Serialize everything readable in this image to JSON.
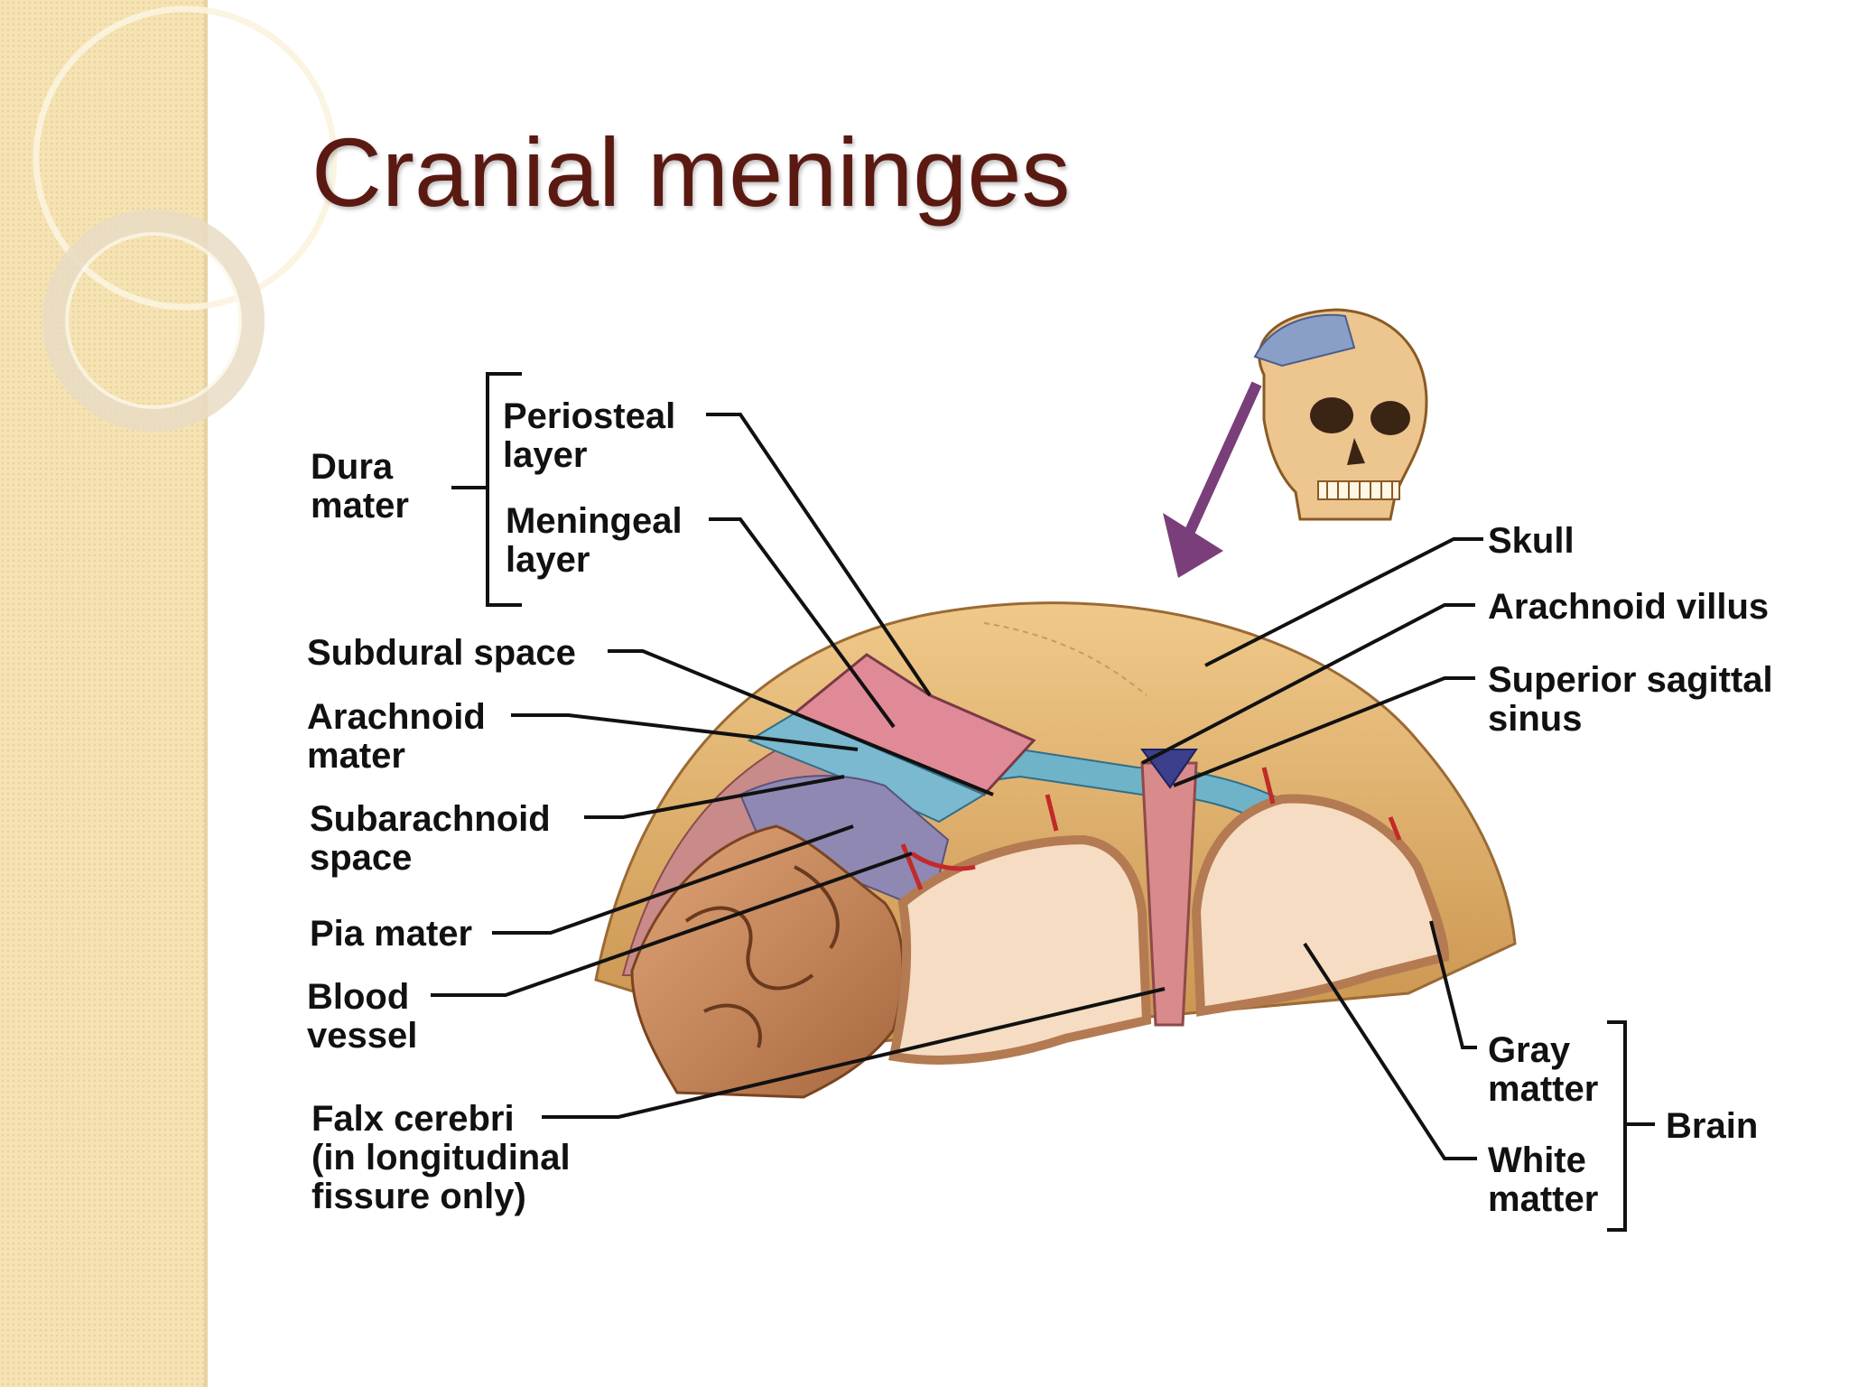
{
  "slide": {
    "title": "Cranial meninges"
  },
  "labels": {
    "dura_mater": [
      "Dura",
      "mater"
    ],
    "periosteal_layer": [
      "Periosteal",
      "layer"
    ],
    "meningeal_layer": [
      "Meningeal",
      "layer"
    ],
    "subdural_space": [
      "Subdural space"
    ],
    "arachnoid_mater": [
      "Arachnoid",
      "mater"
    ],
    "subarachnoid_space": [
      "Subarachnoid",
      "space"
    ],
    "pia_mater": [
      "Pia mater"
    ],
    "blood_vessel": [
      "Blood",
      "vessel"
    ],
    "falx_cerebri": [
      "Falx cerebri",
      "(in longitudinal",
      "fissure only)"
    ],
    "skull": [
      "Skull"
    ],
    "arachnoid_villus": [
      "Arachnoid villus"
    ],
    "superior_sagittal_sinus": [
      "Superior sagittal",
      "sinus"
    ],
    "gray_matter": [
      "Gray",
      "matter"
    ],
    "white_matter": [
      "White",
      "matter"
    ],
    "brain": [
      "Brain"
    ]
  }
}
